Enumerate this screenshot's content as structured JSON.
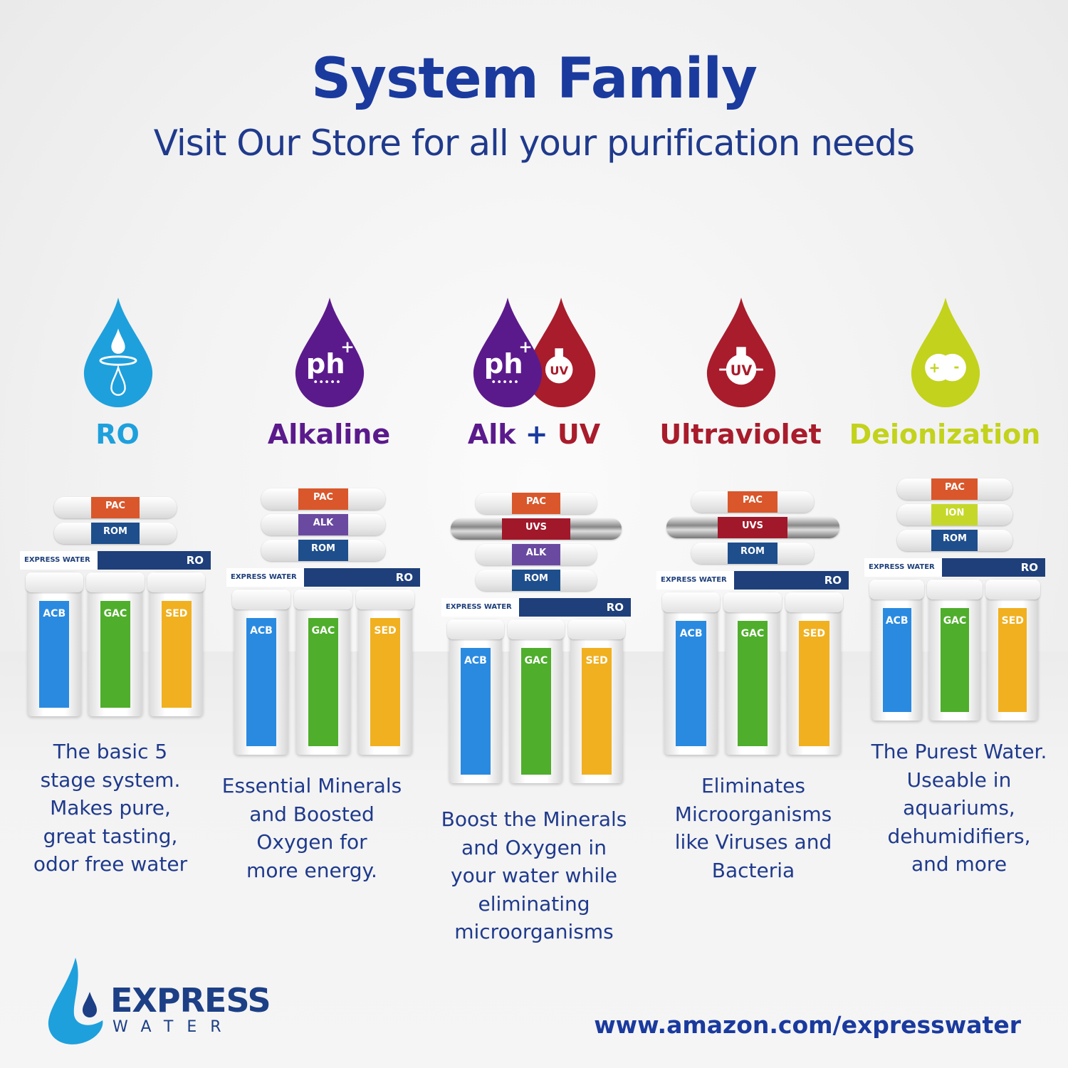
{
  "header": {
    "title": "System Family",
    "subtitle": "Visit Our Store for all your purification needs"
  },
  "colors": {
    "ro": "#1ea0dc",
    "alkaline": "#5b1a8c",
    "uv": "#a81c2c",
    "deionization": "#c3d21c",
    "text": "#1f3a8c"
  },
  "systems": [
    {
      "name": "RO",
      "icon": "water-drop-membrane-icon",
      "color": "#1ea0dc",
      "description": "The basic 5\nstage system.\nMakes pure,\ngreat tasting,\nodor free water",
      "product": {
        "top": [
          "PAC",
          "ROM"
        ],
        "banner_brand": "EXPRESS WATER",
        "banner_label": "RO",
        "bottom": [
          "ACB",
          "GAC",
          "SED"
        ]
      }
    },
    {
      "name": "Alkaline",
      "icon": "ph-plus-icon",
      "color": "#5b1a8c",
      "description": "Essential Minerals\nand Boosted\nOxygen for\nmore energy.",
      "product": {
        "top": [
          "PAC",
          "ALK",
          "ROM"
        ],
        "banner_brand": "EXPRESS WATER",
        "banner_label": "RO",
        "bottom": [
          "ACB",
          "GAC",
          "SED"
        ]
      }
    },
    {
      "name_parts": [
        "Alk",
        "+",
        "UV"
      ],
      "icon": "ph-plus-and-uv-icon",
      "color": "#5b1a8c",
      "description": "Boost the Minerals\nand Oxygen in\nyour water while\neliminating\nmicroorganisms",
      "product": {
        "top": [
          "PAC",
          "UVS",
          "ALK",
          "ROM"
        ],
        "banner_brand": "EXPRESS WATER",
        "banner_label": "RO",
        "bottom": [
          "ACB",
          "GAC",
          "SED"
        ]
      }
    },
    {
      "name": "Ultraviolet",
      "icon": "uv-lamp-icon",
      "color": "#a81c2c",
      "description": "Eliminates\nMicroorganisms\nlike Viruses and\nBacteria",
      "product": {
        "top": [
          "PAC",
          "UVS",
          "ROM"
        ],
        "banner_brand": "EXPRESS WATER",
        "banner_label": "RO",
        "bottom": [
          "ACB",
          "GAC",
          "SED"
        ]
      }
    },
    {
      "name": "Deionization",
      "icon": "ion-plus-minus-icon",
      "color": "#c3d21c",
      "description": "The Purest Water.\nUseable in\naquariums,\ndehumidifiers,\nand more",
      "product": {
        "top": [
          "PAC",
          "ION",
          "ROM"
        ],
        "banner_brand": "EXPRESS WATER",
        "banner_label": "RO",
        "bottom": [
          "ACB",
          "GAC",
          "SED"
        ]
      }
    }
  ],
  "cartridge_colors": {
    "PAC": "#d9572b",
    "ROM": "#1e4e8c",
    "ALK": "#6a4aa0",
    "UVS": "#a0182a",
    "ION": "#c5d82a",
    "ACB": "#2a8ae0",
    "GAC": "#4fae2c",
    "SED": "#f0b020"
  },
  "footer": {
    "logo_main": "EXPRESS",
    "logo_sub": "WATER",
    "url": "www.amazon.com/expresswater"
  }
}
